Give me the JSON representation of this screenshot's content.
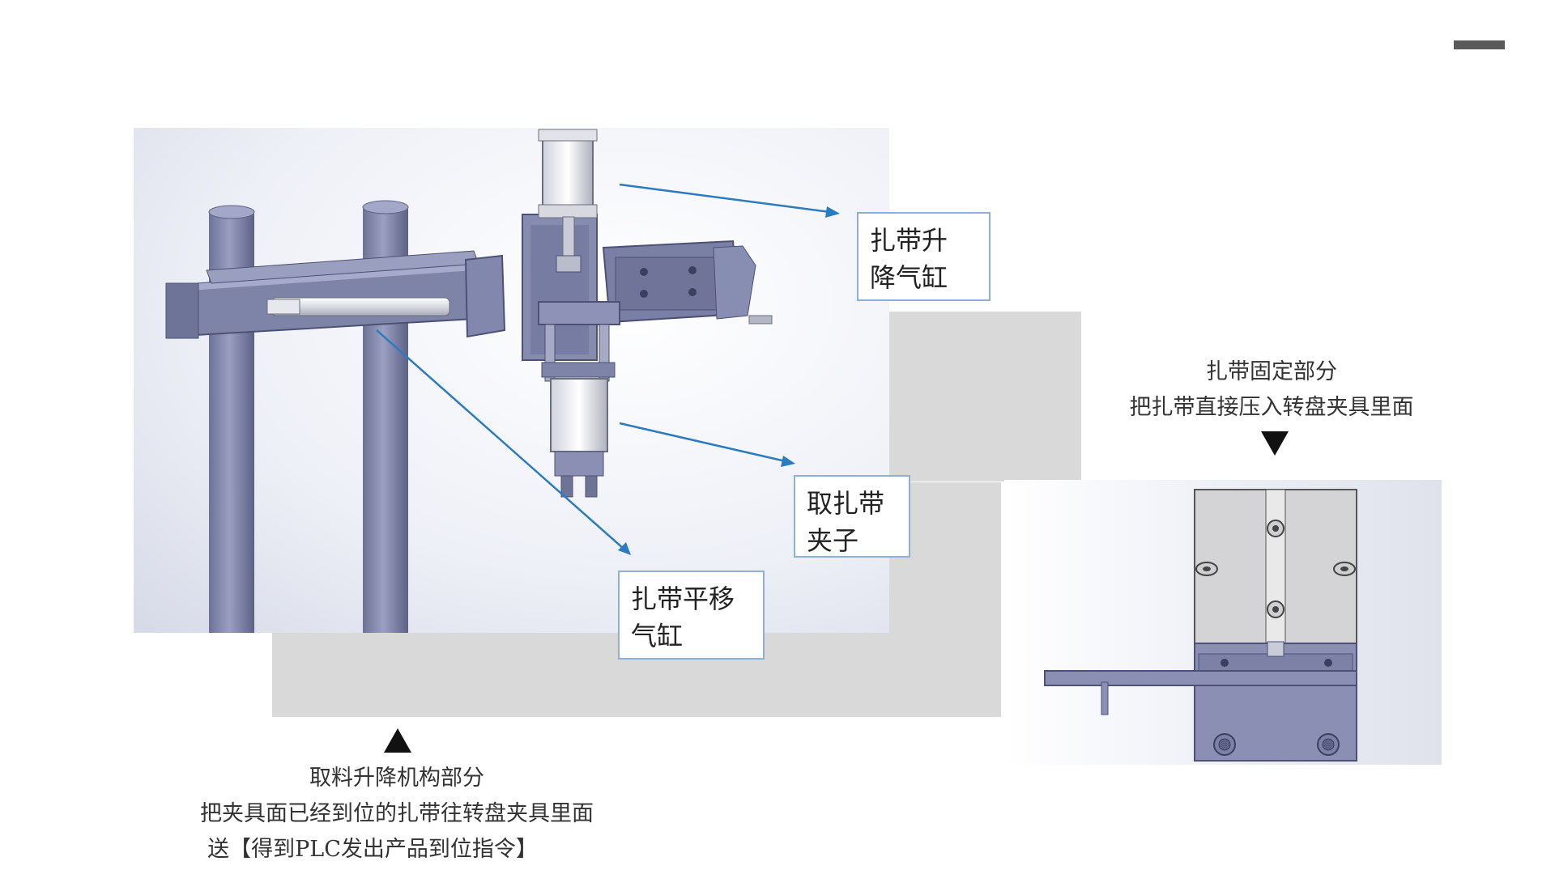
{
  "callouts": {
    "lift_cylinder": [
      "扎带升",
      "降气缸"
    ],
    "clip": [
      "取扎带",
      "夹子"
    ],
    "translate_cylinder": [
      "扎带平移",
      "气缸"
    ]
  },
  "captions": {
    "pickup": [
      "取料升降机构部分",
      "把夹具面已经到位的扎带往转盘夹具里面",
      "送【得到PLC发出产品到位指令】"
    ],
    "fixing": [
      "扎带固定部分",
      "把扎带直接压入转盘夹具里面"
    ]
  },
  "colors": {
    "arrow": "#2a7bbf",
    "metal": "#8a8fb3",
    "metal_dark": "#5f6488",
    "callout_border": "#8fb0d6",
    "gray_block": "#d9d9d9"
  }
}
